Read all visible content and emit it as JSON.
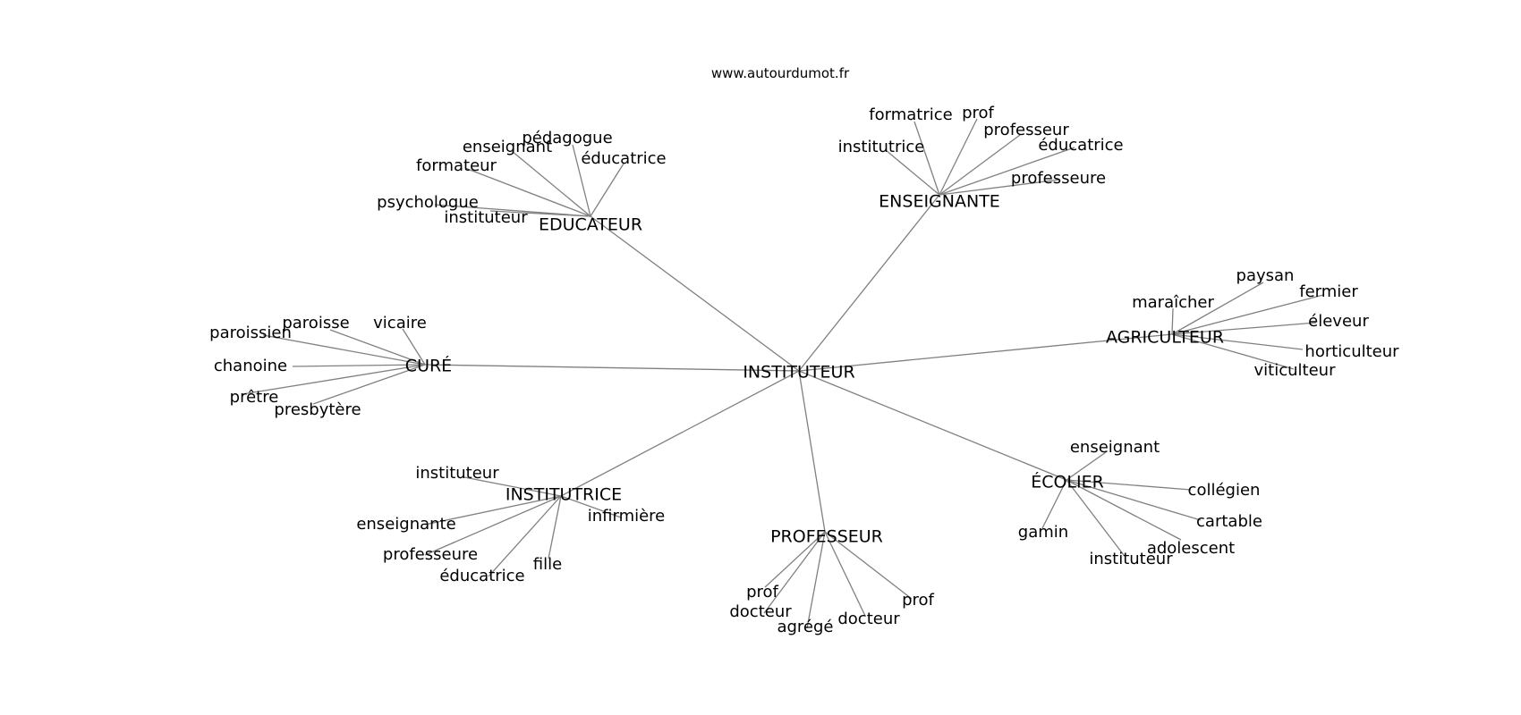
{
  "source": "www.autourdumot.fr",
  "colors": {
    "edge": "#808080",
    "text": "#000000",
    "background": "#ffffff"
  },
  "center": "INSTITUTEUR",
  "clusters": [
    {
      "label": "EDUCATEUR",
      "words": [
        "enseignant",
        "pédagogue",
        "éducatrice",
        "formateur",
        "psychologue",
        "instituteur"
      ]
    },
    {
      "label": "ENSEIGNANTE",
      "words": [
        "formatrice",
        "prof",
        "professeur",
        "éducatrice",
        "institutrice",
        "professeure"
      ]
    },
    {
      "label": "AGRICULTEUR",
      "words": [
        "paysan",
        "fermier",
        "maraîcher",
        "éleveur",
        "horticulteur",
        "viticulteur"
      ]
    },
    {
      "label": "CURÉ",
      "words": [
        "paroisse",
        "vicaire",
        "paroissien",
        "chanoine",
        "prêtre",
        "presbytère"
      ]
    },
    {
      "label": "ÉCOLIER",
      "words": [
        "enseignant",
        "collégien",
        "cartable",
        "adolescent",
        "instituteur",
        "gamin"
      ]
    },
    {
      "label": "INSTITUTRICE",
      "words": [
        "instituteur",
        "infirmière",
        "enseignante",
        "professeure",
        "éducatrice",
        "fille"
      ]
    },
    {
      "label": "PROFESSEUR",
      "words": [
        "prof",
        "docteur",
        "agrégé",
        "docteur",
        "prof"
      ]
    }
  ]
}
